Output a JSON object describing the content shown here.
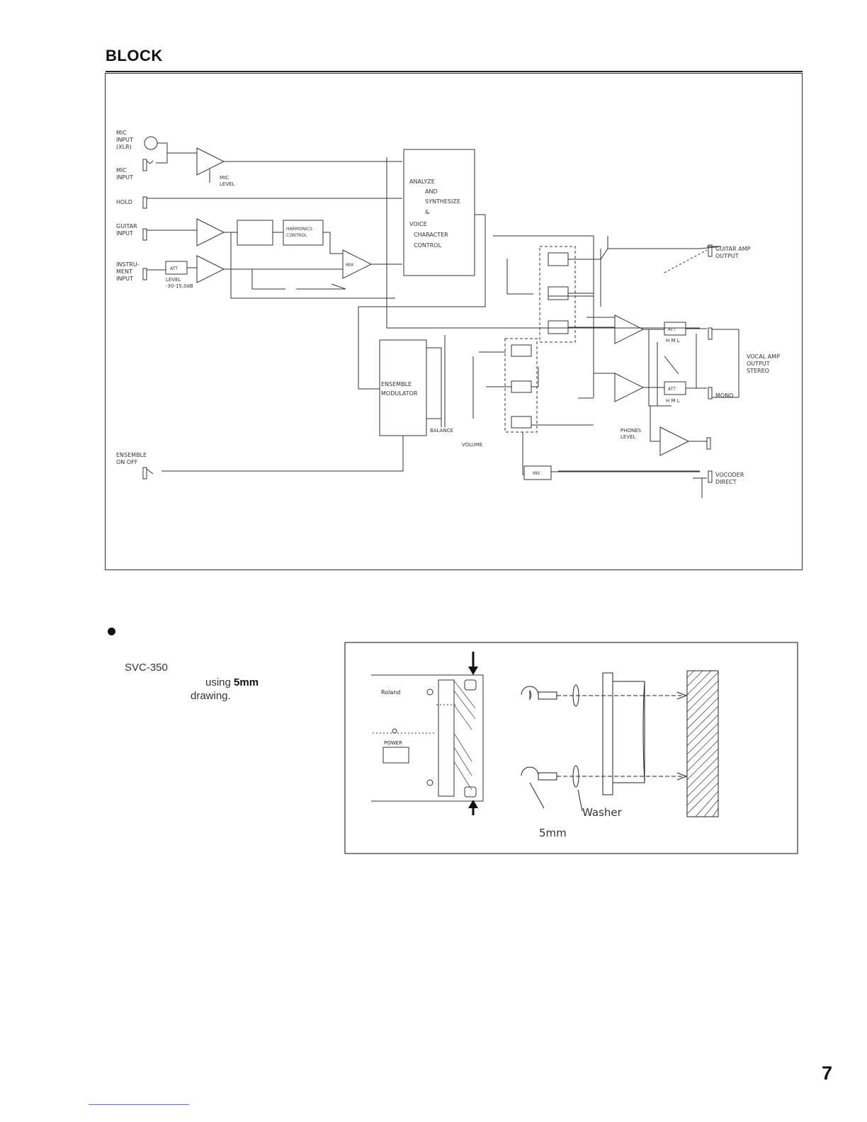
{
  "page": {
    "title": "BLOCK",
    "page_number": "7"
  },
  "diagram": {
    "inputs": {
      "mic_xlr": [
        "MIC",
        "INPUT",
        "(XLR)"
      ],
      "mic": [
        "MIC",
        "INPUT"
      ],
      "hold": "HOLD",
      "guitar": [
        "GUITAR",
        "INPUT"
      ],
      "instrument": [
        "INSTRU-",
        "MENT",
        "INPUT"
      ],
      "ensemble": [
        "ENSEMBLE",
        "ON OFF"
      ]
    },
    "blocks": {
      "analyze": [
        "ANALYZE",
        "AND",
        "SYNTHESIZE",
        "&",
        "VOICE",
        "CHARACTER",
        "CONTROL"
      ],
      "harmonics": [
        "HARMONICS",
        "CONTROL"
      ],
      "mix": "MIX",
      "att": "ATT",
      "ensemble_modulator": [
        "ENSEMBLE",
        "MODULATOR"
      ],
      "inv": "INV"
    },
    "controls": {
      "mic_level": [
        "MIC",
        "LEVEL"
      ],
      "inst_level": [
        "LEVEL",
        "-30-15,0dB"
      ],
      "balance": "BALANCE",
      "volume": "VOLUME",
      "phones_level": [
        "PHONES",
        "LEVEL"
      ],
      "hml": "H M L"
    },
    "outputs": {
      "guitar_amp": [
        "GUITAR AMP",
        "OUTPUT"
      ],
      "vocal_amp": [
        "VOCAL AMP",
        "OUTPUT",
        "STEREO"
      ],
      "mono": "MONO",
      "vocoder_direct": [
        "VOCODER",
        "DIRECT"
      ]
    }
  },
  "mounting": {
    "line1": "SVC-350",
    "line2_pre": "using ",
    "line2_bold": "5mm",
    "line3": "drawing.",
    "washer_label": "Washer",
    "screw_label": "5mm",
    "brand": "Roland",
    "power_label": "POWER"
  }
}
